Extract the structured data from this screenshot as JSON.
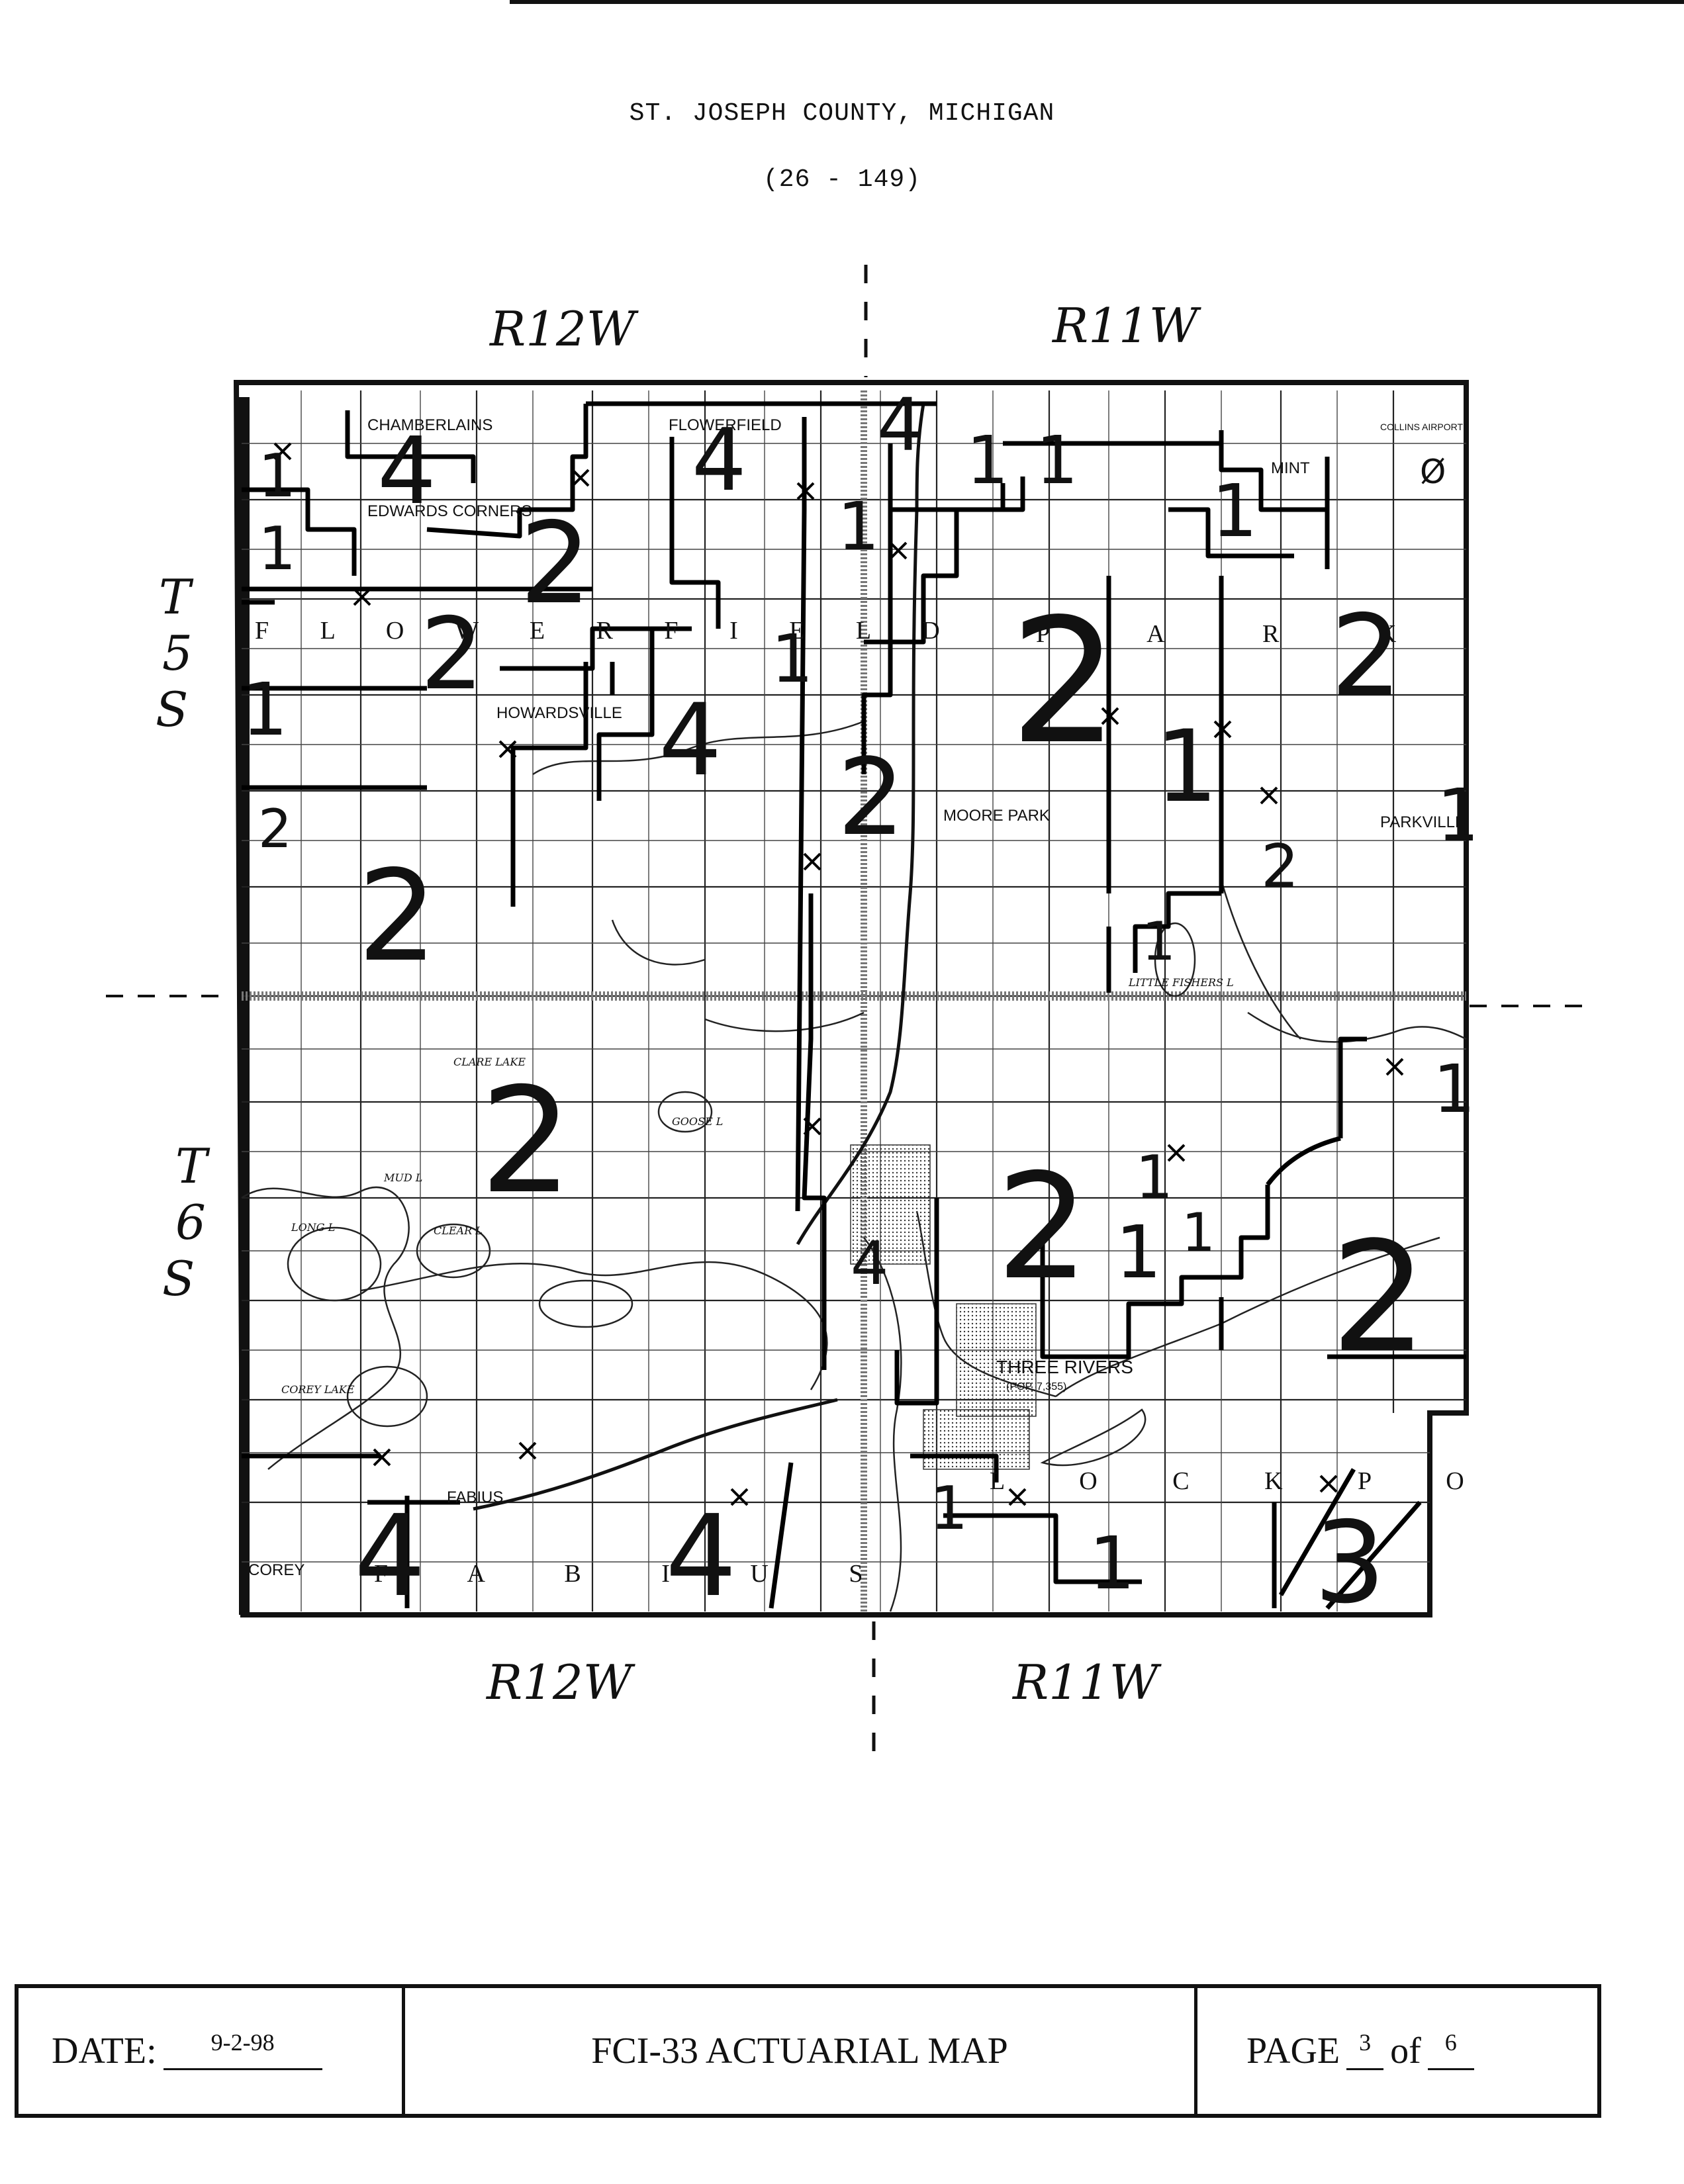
{
  "header": {
    "title": "ST. JOSEPH COUNTY, MICHIGAN",
    "code": "(26 - 149)"
  },
  "ranges": {
    "top_left": "R12W",
    "top_right": "R11W",
    "bottom_left": "R12W",
    "bottom_right": "R11W"
  },
  "townships": {
    "upper": [
      "T",
      "5",
      "S"
    ],
    "lower": [
      "T",
      "6",
      "S"
    ]
  },
  "places": [
    "CHAMBERLAINS",
    "FLOWERFIELD",
    "EDWARDS CORNERS",
    "HOWARDSVILLE",
    "MOORE PARK",
    "MINT",
    "PARKVILLE",
    "THREE RIVERS",
    "(POP. 7,355)",
    "FABIUS",
    "COREY",
    "COLLINS AIRPORT"
  ],
  "township_names": {
    "flowerfield": "F L O W E R F I E L D",
    "park": "P A R K",
    "fabius": "F A B I U S",
    "lockport": "L O C K P O R T"
  },
  "lakes": [
    "CLEAR L",
    "LONG L",
    "MUD L",
    "COREY LAKE",
    "GOOSE L",
    "CLARE LAKE",
    "LITTLE FISHERS L"
  ],
  "zones": [
    {
      "label": "1"
    },
    {
      "label": "4"
    },
    {
      "label": "1"
    },
    {
      "label": "2"
    },
    {
      "label": "2"
    },
    {
      "label": "4"
    },
    {
      "label": "1"
    },
    {
      "label": "1"
    },
    {
      "label": "4"
    },
    {
      "label": "1"
    },
    {
      "label": "2"
    },
    {
      "label": "1"
    },
    {
      "label": "4"
    },
    {
      "label": "2"
    },
    {
      "label": "1"
    },
    {
      "label": "2"
    },
    {
      "label": "1"
    },
    {
      "label": "1"
    },
    {
      "label": "1"
    },
    {
      "label": "2"
    },
    {
      "label": "2"
    },
    {
      "label": "1"
    },
    {
      "label": "2"
    },
    {
      "label": "1"
    },
    {
      "label": "2"
    },
    {
      "label": "4"
    },
    {
      "label": "1"
    },
    {
      "label": "2"
    },
    {
      "label": "4"
    },
    {
      "label": "4"
    },
    {
      "label": "1"
    },
    {
      "label": "1"
    },
    {
      "label": "3"
    },
    {
      "label": "Ø"
    },
    {
      "label": "1"
    },
    {
      "label": "2"
    },
    {
      "label": "1"
    }
  ],
  "footer": {
    "date_label": "DATE:",
    "date_value": "9-2-98",
    "map_title": "FCI-33 ACTUARIAL  MAP",
    "page_label": "PAGE",
    "page_number": "3",
    "of_label": "of",
    "page_total": "6"
  }
}
